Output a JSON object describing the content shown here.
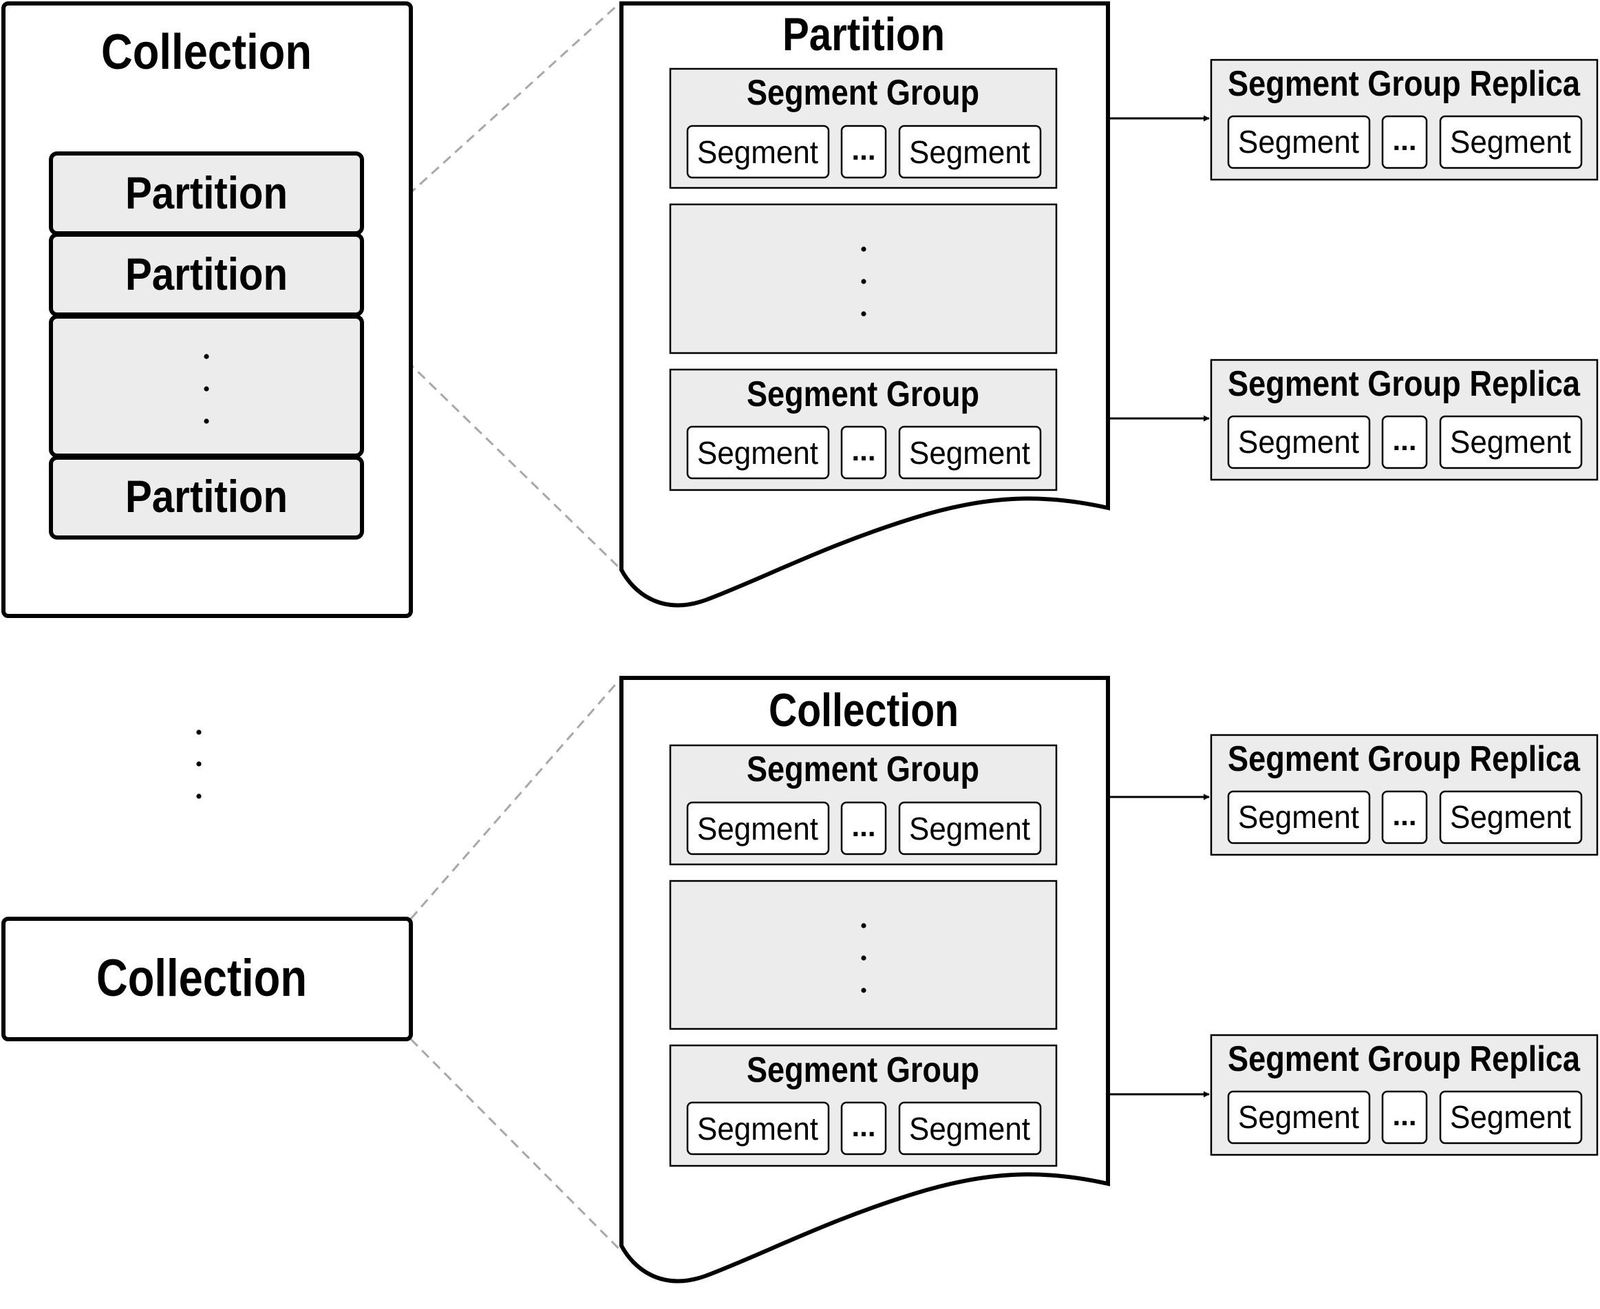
{
  "labels": {
    "collection": "Collection",
    "partition": "Partition",
    "segment_group": "Segment Group",
    "segment_group_replica": "Segment Group Replica",
    "segment": "Segment",
    "ellipsis": "..."
  },
  "colors": {
    "stroke": "#000000",
    "box_fill": "#ececec",
    "segment_fill": "#ffffff",
    "dashed_connector": "#a8a8a8"
  }
}
